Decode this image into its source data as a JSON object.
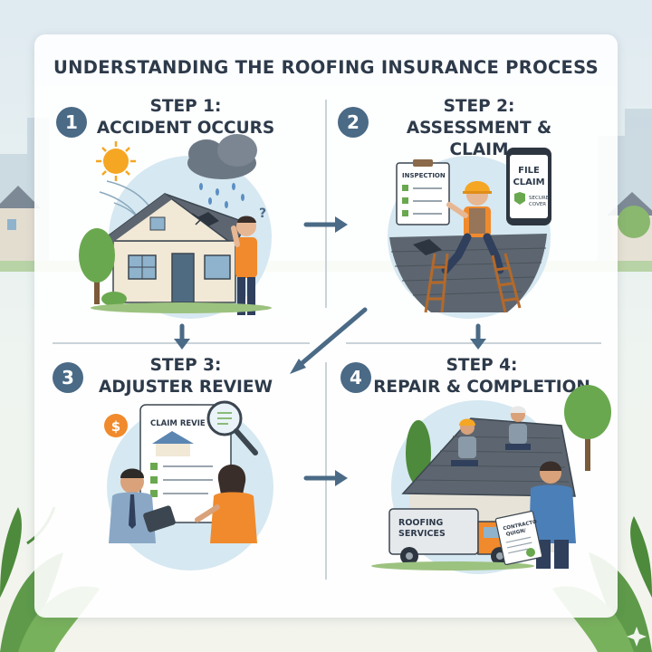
{
  "title": "UNDERSTANDING THE ROOFING INSURANCE PROCESS",
  "steps": [
    {
      "number": "1",
      "label": "STEP 1:",
      "name": "ACCIDENT OCCURS"
    },
    {
      "number": "2",
      "label": "STEP 2:",
      "name": "ASSESSMENT & CLAIM"
    },
    {
      "number": "3",
      "label": "STEP 3:",
      "name": "ADJUSTER REVIEW"
    },
    {
      "number": "4",
      "label": "STEP 4:",
      "name": "REPAIR & COMPLETION"
    }
  ],
  "illustrations": {
    "inspection_label": "INSPECTION",
    "file_claim_l1": "FILE",
    "file_claim_l2": "CLAIM",
    "secure_l1": "SECURE",
    "secure_l2": "COVER",
    "claim_review": "CLAIM REVIE",
    "truck_l1": "ROOFING",
    "truck_l2": "SERVICES",
    "contract_l1": "CONTRACTO",
    "contract_l2": "QUIGN/"
  },
  "colors": {
    "accent": "#4a6a86",
    "orange": "#f08a2c",
    "roof": "#5d6670",
    "sky": "#cfe3ee",
    "green": "#6aa84f"
  }
}
